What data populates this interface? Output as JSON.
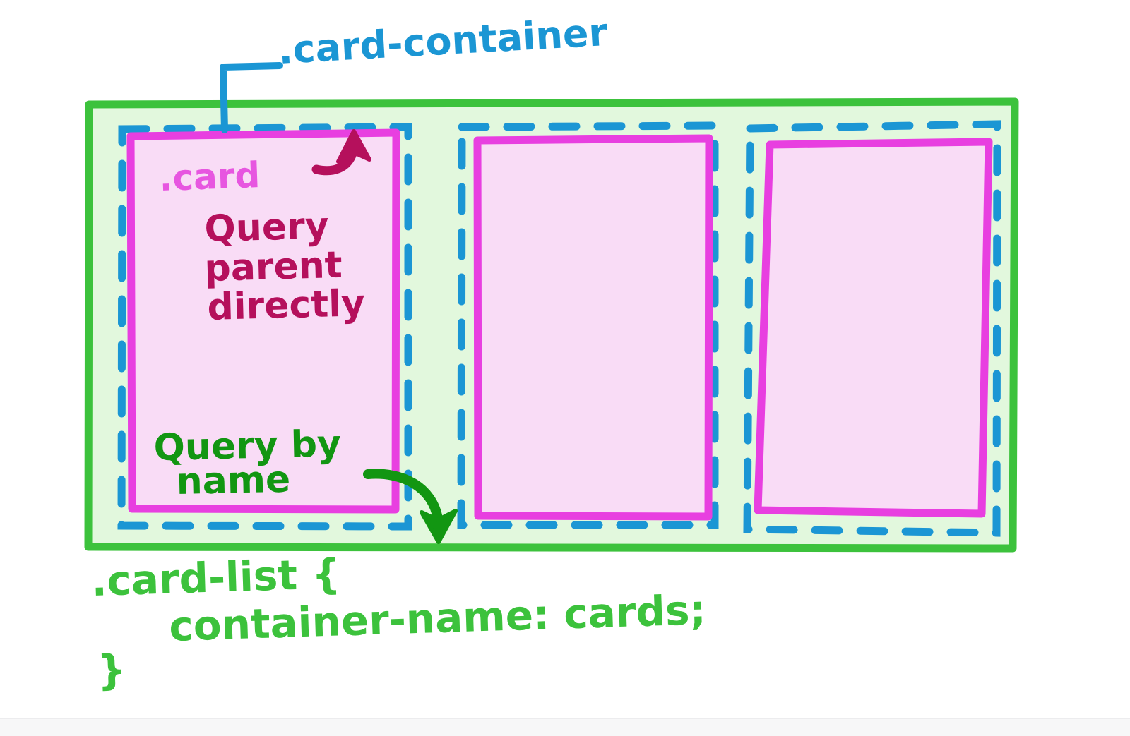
{
  "diagram": {
    "title_label": ".card-container",
    "card_label": ".card",
    "annotation_parent_line1": "Query",
    "annotation_parent_line2": "parent",
    "annotation_parent_line3": "directly",
    "annotation_name_line1": "Query by",
    "annotation_name_line2": "name",
    "code_line1": ".card-list {",
    "code_line2": "container-name: cards;",
    "code_line3": "}"
  },
  "colors": {
    "blue": "#1b96d4",
    "green_outline": "#3cc23c",
    "green_fill": "#e2f8dd",
    "magenta": "#e83fe0",
    "pink_fill": "#f9dcf6",
    "crimson": "#b5105c",
    "dark_green": "#129612",
    "orchid": "#e756e0",
    "code_green": "#3cc23c",
    "page_background": "#ffffff"
  },
  "icons": {
    "leader_line": "elbow-leader-line-icon",
    "arrow_to_card": "curved-arrow-up-icon",
    "arrow_to_container": "curved-arrow-down-icon"
  },
  "structure": {
    "container_name": "card-container",
    "card_count": 3
  }
}
